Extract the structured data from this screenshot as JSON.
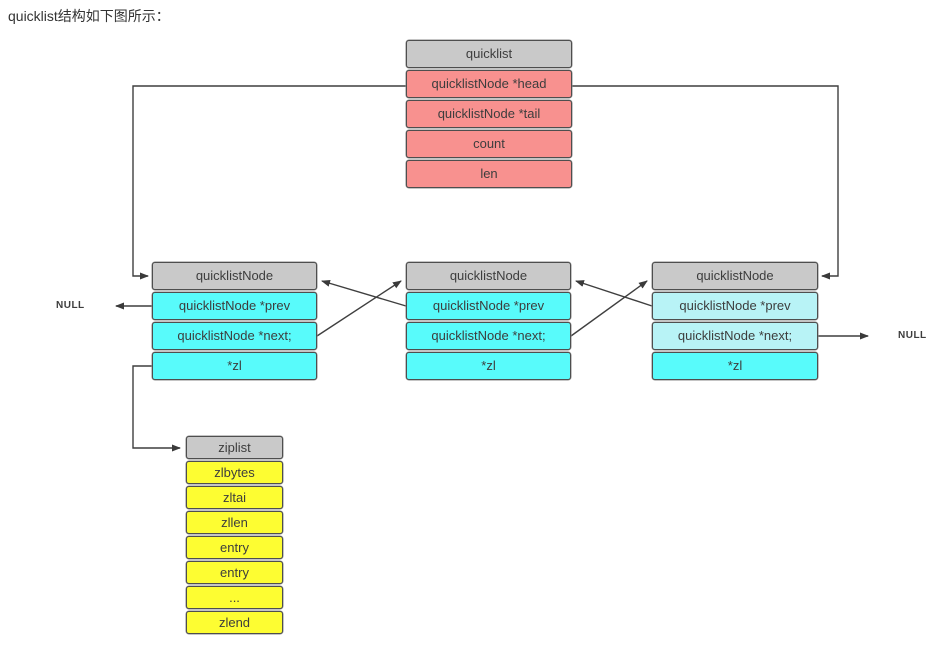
{
  "page": {
    "title": "quicklist结构如下图所示："
  },
  "colors": {
    "header_gray": "#c9c9c9",
    "struct_pink": "#f8918f",
    "node_cyan": "#58fbfb",
    "node_cyan_light": "#b8f3f6",
    "ziplist_yellow": "#fdfd32",
    "arrow_line": "#3f3f3f",
    "text": "#3d3d3d"
  },
  "quicklist": {
    "header": "quicklist",
    "fields": [
      "quicklistNode *head",
      "quicklistNode *tail",
      "count",
      "len"
    ]
  },
  "nodes": [
    {
      "header": "quicklistNode",
      "fields": [
        "quicklistNode *prev",
        "quicklistNode *next;",
        "*zl"
      ]
    },
    {
      "header": "quicklistNode",
      "fields": [
        "quicklistNode *prev",
        "quicklistNode *next;",
        "*zl"
      ]
    },
    {
      "header": "quicklistNode",
      "fields": [
        "quicklistNode *prev",
        "quicklistNode *next;",
        "*zl"
      ]
    }
  ],
  "ziplist": {
    "header": "ziplist",
    "fields": [
      "zlbytes",
      "zltai",
      "zllen",
      "entry",
      "entry",
      "...",
      "zlend"
    ]
  },
  "labels": {
    "null_left": "NULL",
    "null_right": "NULL"
  }
}
